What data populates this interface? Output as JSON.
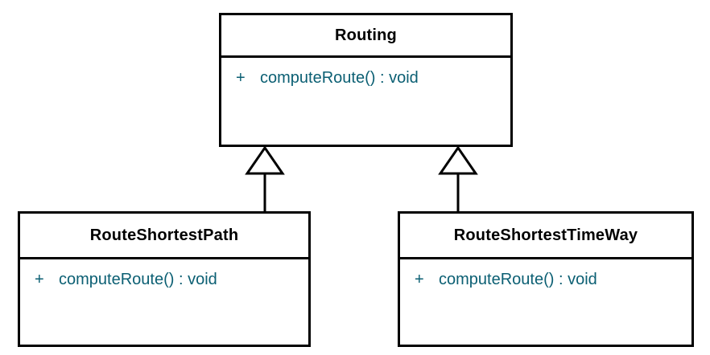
{
  "diagram": {
    "type": "uml-class-diagram",
    "background_color": "#ffffff",
    "line_color": "#000000",
    "name_text_color": "#000000",
    "member_text_color": "#0b5f73",
    "classes": [
      {
        "id": "routing",
        "name": "Routing",
        "members": [
          {
            "visibility": "+",
            "signature": "computeRoute() : void"
          }
        ]
      },
      {
        "id": "route-shortest-path",
        "name": "RouteShortestPath",
        "members": [
          {
            "visibility": "+",
            "signature": "computeRoute() : void"
          }
        ]
      },
      {
        "id": "route-shortest-time-way",
        "name": "RouteShortestTimeWay",
        "members": [
          {
            "visibility": "+",
            "signature": "computeRoute() : void"
          }
        ]
      }
    ],
    "relationships": [
      {
        "kind": "generalization",
        "from": "route-shortest-path",
        "to": "routing"
      },
      {
        "kind": "generalization",
        "from": "route-shortest-time-way",
        "to": "routing"
      }
    ]
  }
}
